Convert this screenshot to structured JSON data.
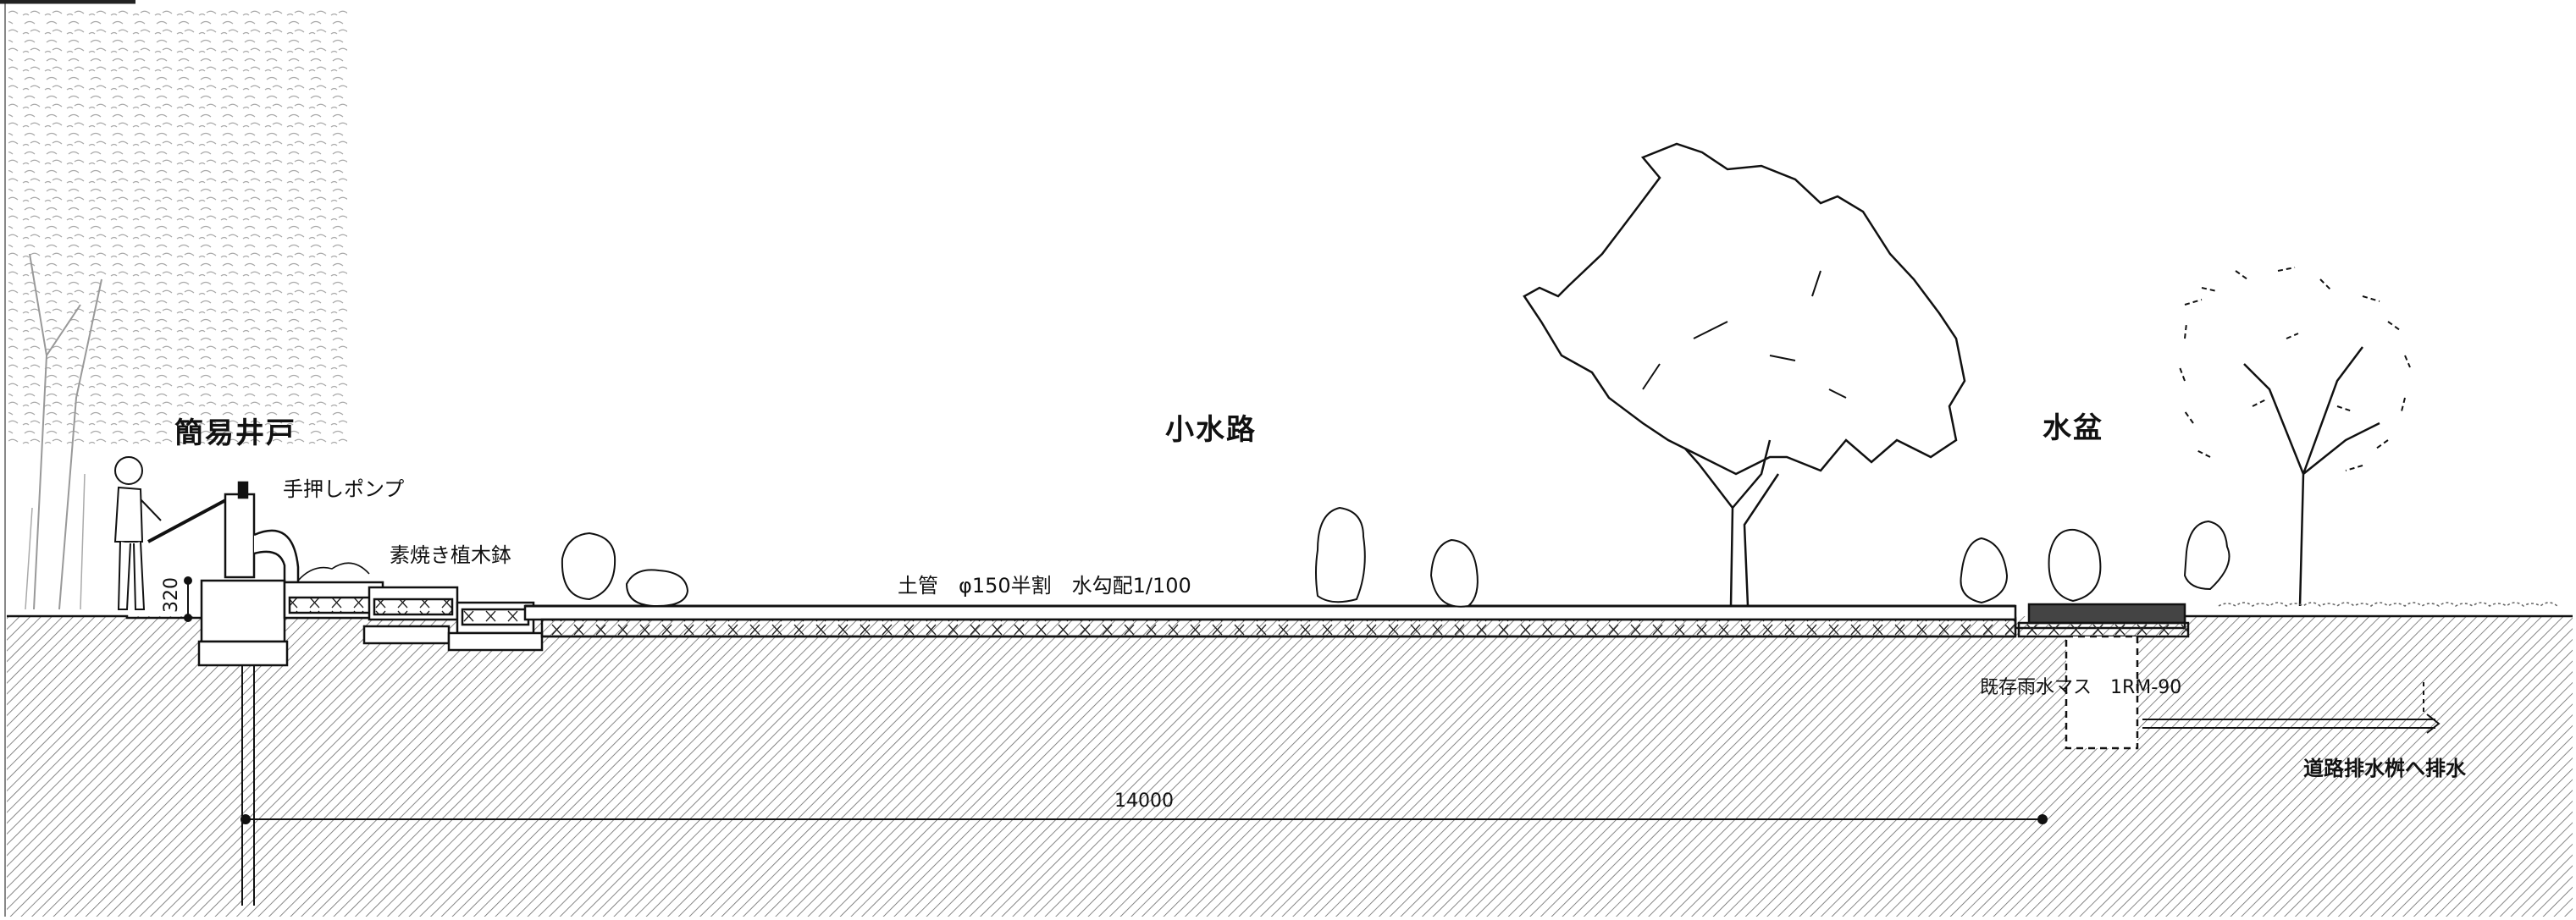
{
  "labels": {
    "well": "簡易井戸",
    "pump": "手押しポンプ",
    "pot": "素焼き植木鉢",
    "stream": "小水路",
    "pipe": "土管　φ150半割　水勾配1/100",
    "basin": "水盆",
    "rain_box": "既存雨水マス　1RM-90",
    "drain": "道路排水桝へ排水",
    "dim_total": "14000",
    "dim_height": "320"
  },
  "colors": {
    "line": "#111111",
    "hatch": "#6a6a6a",
    "paper": "#ffffff"
  }
}
